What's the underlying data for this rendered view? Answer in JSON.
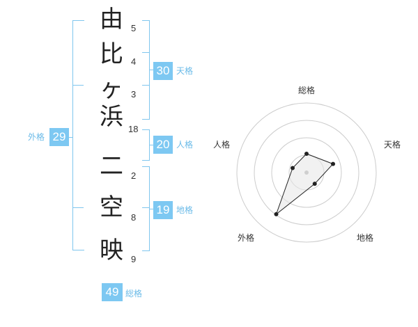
{
  "name": {
    "chars": [
      "由",
      "比",
      "ヶ",
      "浜",
      "二",
      "空",
      "映"
    ],
    "strokes": [
      "5",
      "4",
      "3",
      "18",
      "2",
      "8",
      "9"
    ]
  },
  "scores": {
    "tenkaku": {
      "value": "30",
      "label": "天格"
    },
    "jinkaku": {
      "value": "20",
      "label": "人格"
    },
    "chikaku": {
      "value": "19",
      "label": "地格"
    },
    "gaikaku": {
      "value": "29",
      "label": "外格"
    },
    "soukaku": {
      "value": "49",
      "label": "総格"
    }
  },
  "radar": {
    "axes": [
      "総格",
      "天格",
      "地格",
      "外格",
      "人格"
    ],
    "levels": 4,
    "values": [
      0.27,
      0.4,
      0.2,
      0.74,
      0.21
    ],
    "line_color": "#222222",
    "fill_color": "#e6e6e6"
  }
}
